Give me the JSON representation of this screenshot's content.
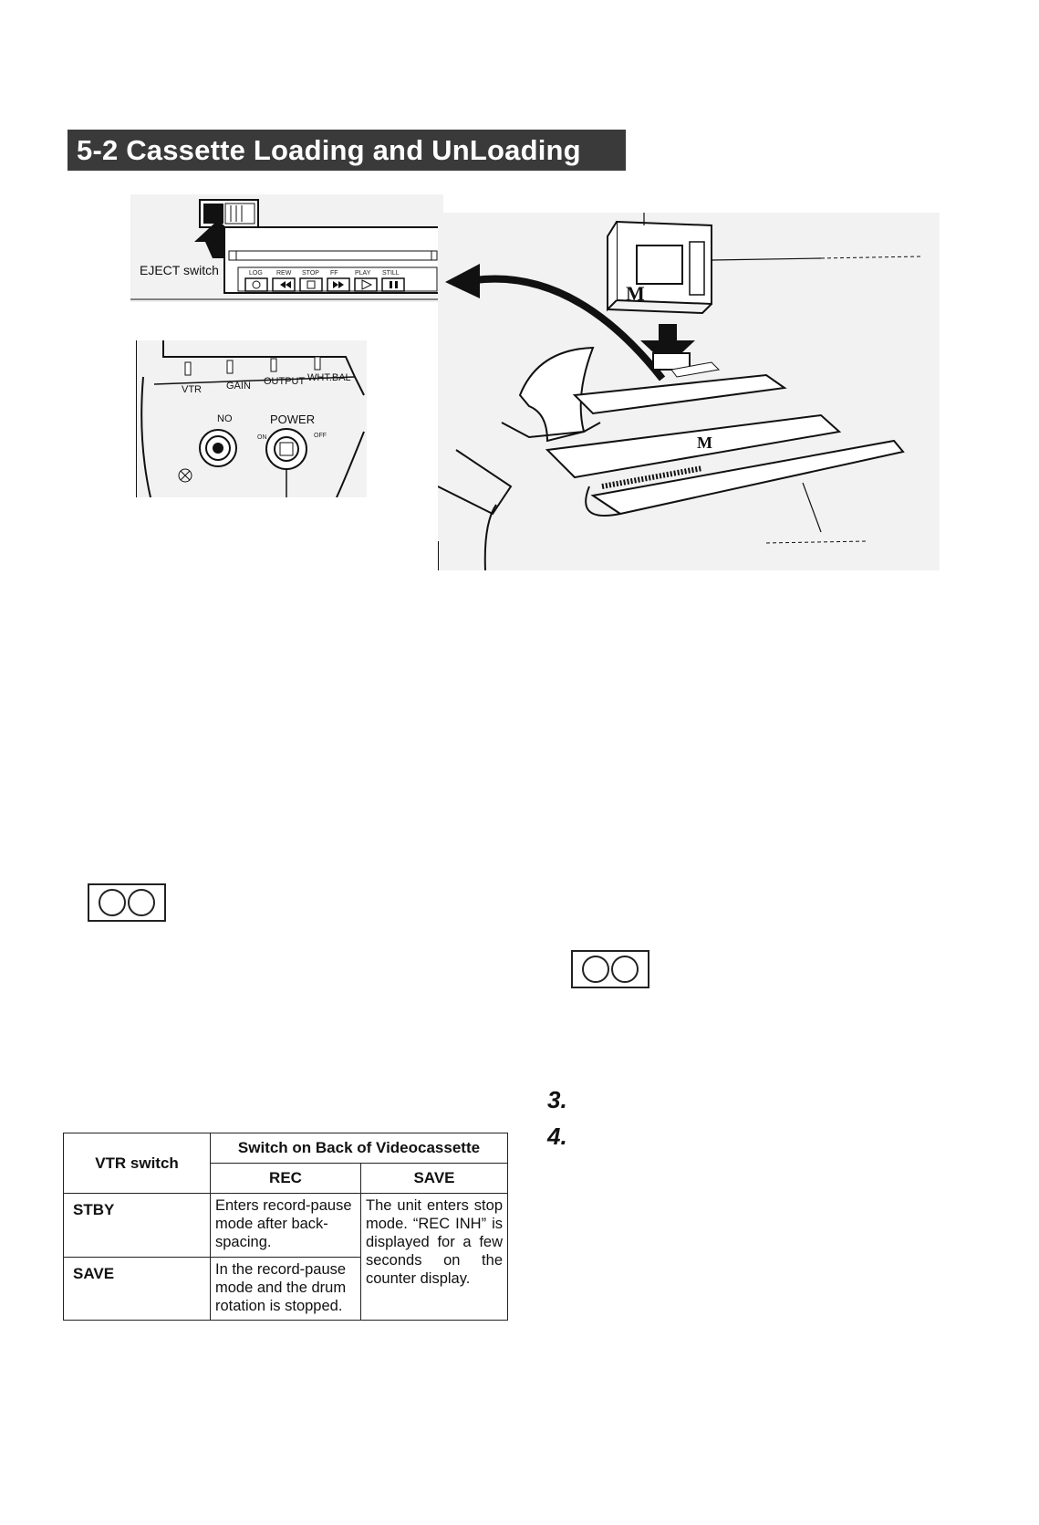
{
  "page": {
    "section_title": "5-2  Cassette Loading and UnLoading"
  },
  "figure_top_left": {
    "eject_label": "EJECT switch",
    "button_labels": [
      "LOG",
      "REW",
      "STOP",
      "FF",
      "PLAY",
      "STILL"
    ]
  },
  "figure_bottom_left": {
    "switch_labels": [
      "VTR",
      "GAIN",
      "OUTPUT",
      "WHT.BAL"
    ],
    "no_label": "NO",
    "power_label": "POWER",
    "on_label": "ON",
    "off_label": "OFF"
  },
  "figure_right": {
    "cassette_brand": "M"
  },
  "icons": {
    "tape_icon_1": "cassette-tape-icon",
    "tape_icon_2": "cassette-tape-icon"
  },
  "steps": [
    {
      "number": "3."
    },
    {
      "number": "4."
    }
  ],
  "table": {
    "col_vtr": "VTR switch",
    "col_group": "Switch on Back of Videocassette",
    "col_rec": "REC",
    "col_save": "SAVE",
    "rows": [
      {
        "label": "STBY",
        "rec": "Enters record-pause mode after back-spacing."
      },
      {
        "label": "SAVE",
        "rec": "In the record-pause mode and the drum rotation is stopped."
      }
    ],
    "save_text": "The unit enters stop mode. “REC INH” is displayed for a few seconds on the counter display."
  }
}
